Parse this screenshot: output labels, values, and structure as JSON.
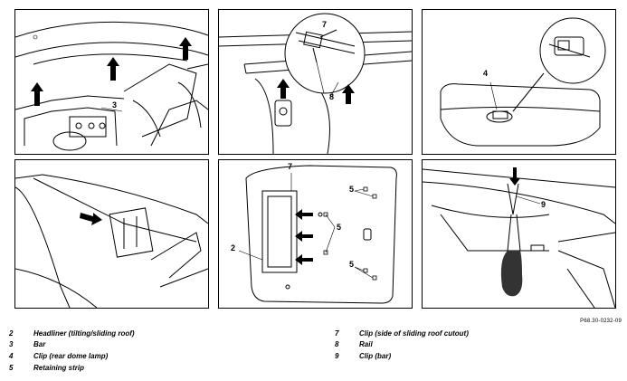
{
  "figure_code": "P68.30-0232-09",
  "callouts": {
    "p1_3": "3",
    "p2_7": "7",
    "p2_8": "8",
    "p3_4": "4",
    "p5_2": "2",
    "p5_7": "7",
    "p5_5a": "5",
    "p5_5b": "5",
    "p5_5c": "5",
    "p6_9": "9"
  },
  "legend": [
    {
      "num": "2",
      "text": "Headliner (tilting/sliding roof)"
    },
    {
      "num": "3",
      "text": "Bar"
    },
    {
      "num": "4",
      "text": "Clip (rear dome lamp)"
    },
    {
      "num": "5",
      "text": "Retaining strip"
    },
    {
      "num": "7",
      "text": "Clip (side of sliding roof cutout)"
    },
    {
      "num": "8",
      "text": "Rail"
    },
    {
      "num": "9",
      "text": "Clip (bar)"
    }
  ]
}
